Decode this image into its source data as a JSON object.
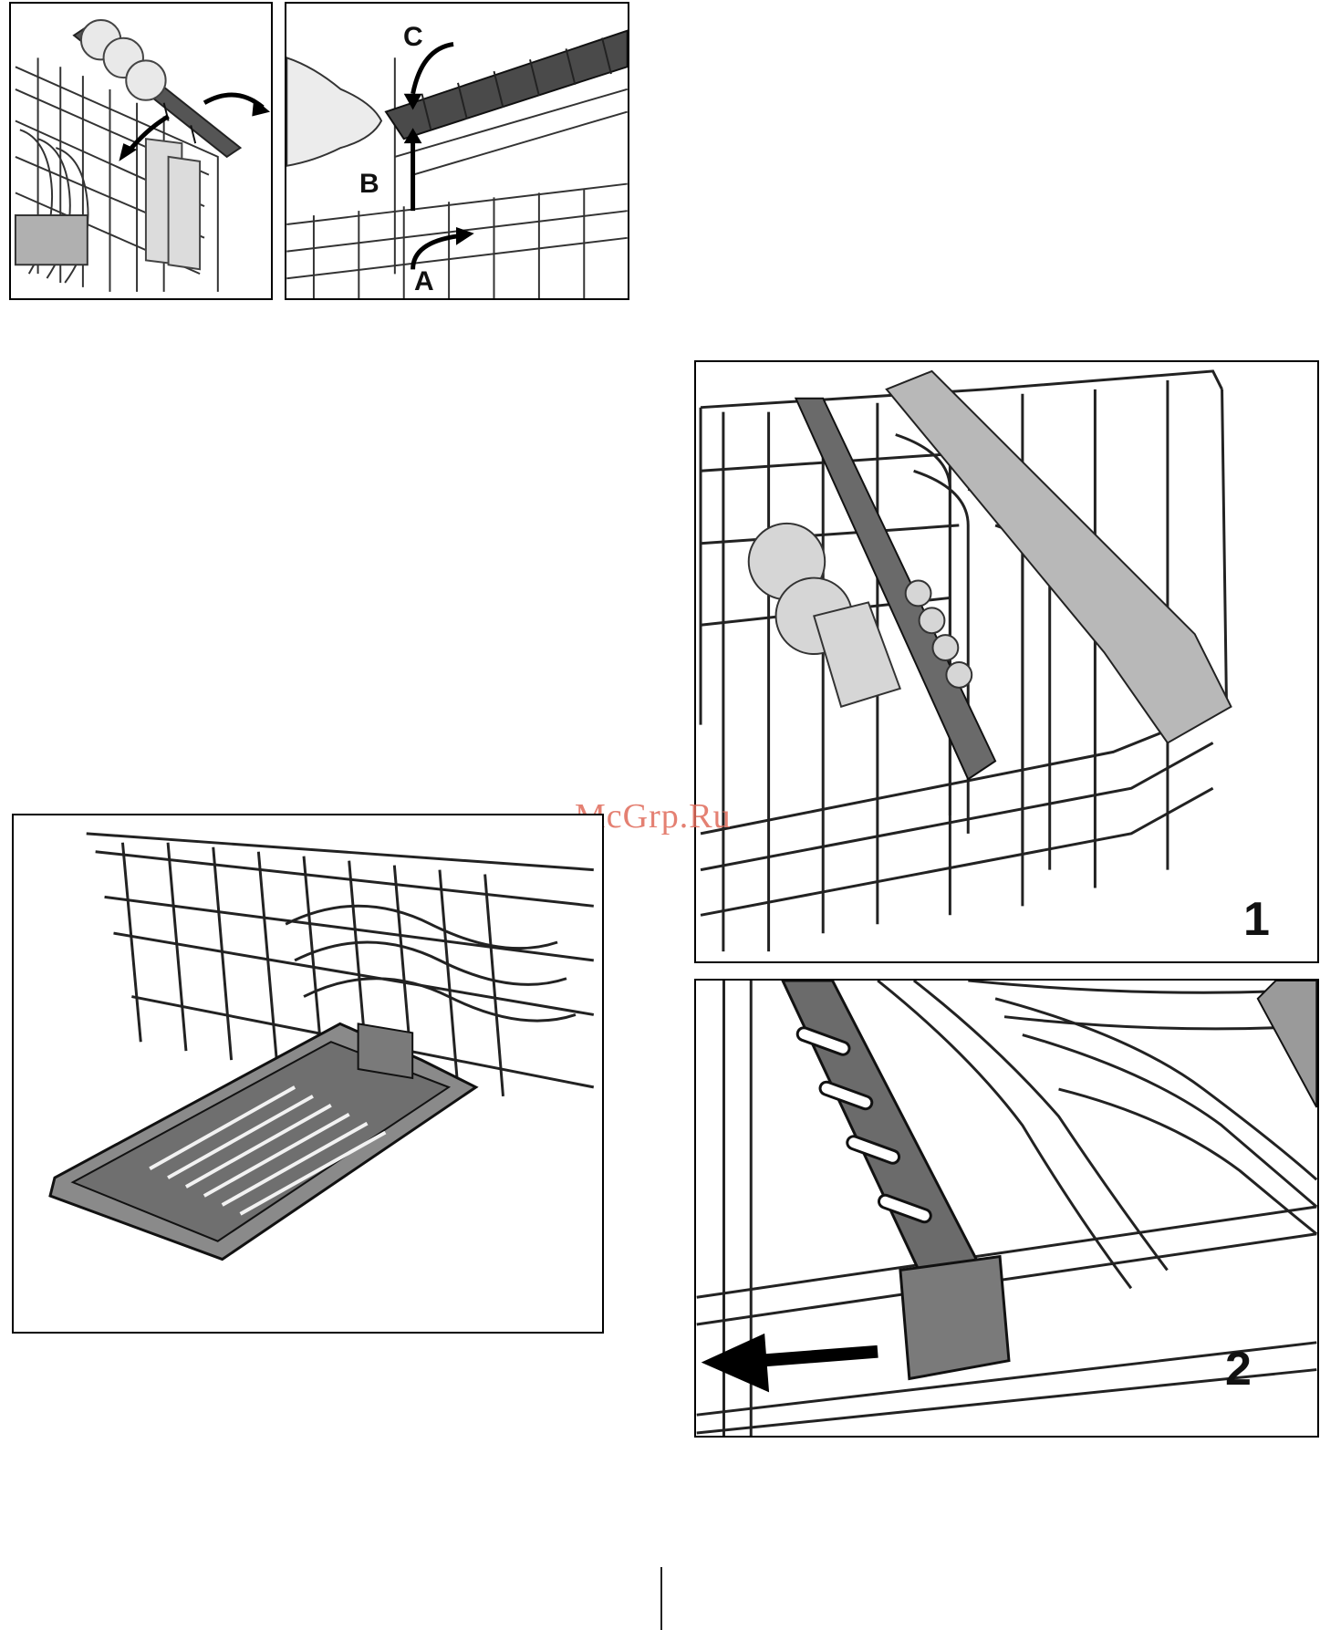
{
  "figure_a": {
    "labels": {
      "c": "C",
      "b": "B",
      "a": "A"
    }
  },
  "figure_1": {
    "number": "1"
  },
  "figure_2": {
    "number": "2"
  },
  "watermark": "McGrp.Ru"
}
